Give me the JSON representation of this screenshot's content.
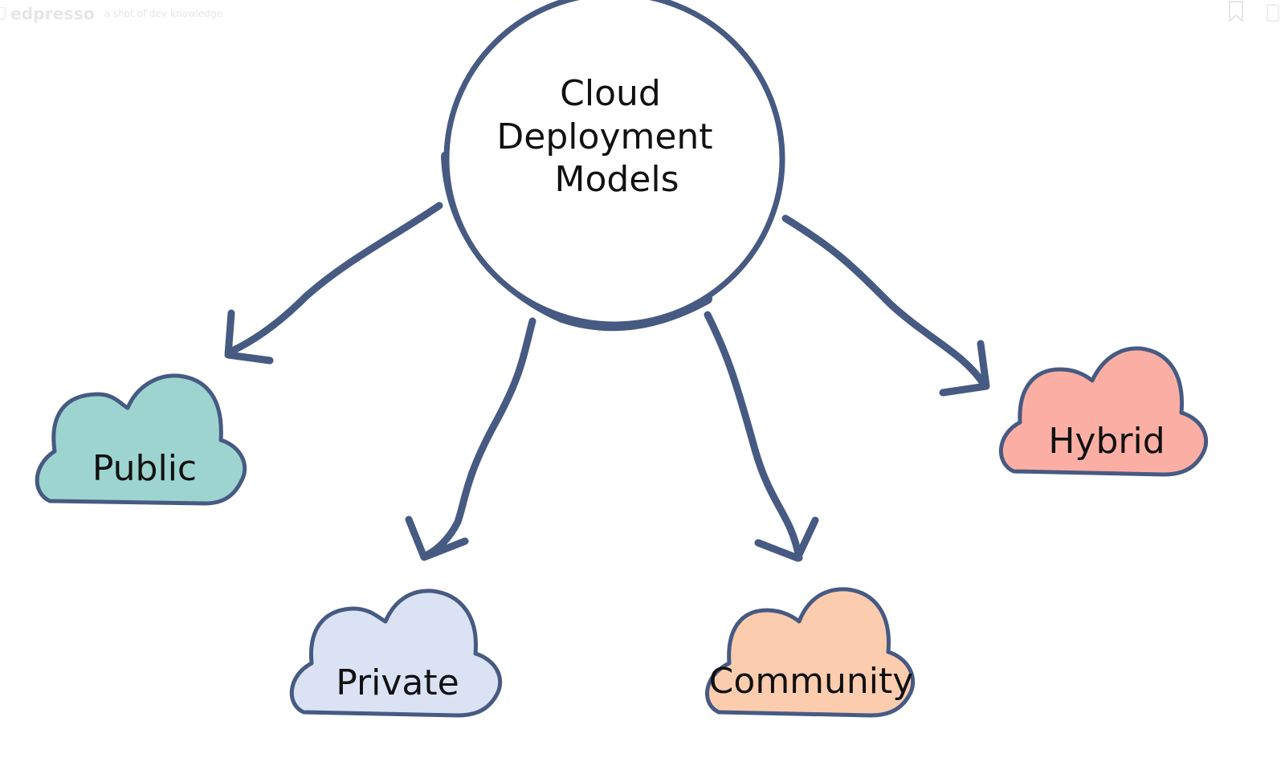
{
  "header": {
    "brand": "edpresso",
    "tagline": "a shot of dev knowledge",
    "brand_mark_icon": "edpresso-logo-icon",
    "bookmark_icon": "bookmark-icon"
  },
  "diagram": {
    "center": {
      "lines": [
        "Cloud",
        "Deployment",
        "Models"
      ],
      "stroke_color": "#465a82",
      "fill_color": "#ffffff"
    },
    "models": [
      {
        "id": "public",
        "label": "Public",
        "fill_color": "#9dd4cf"
      },
      {
        "id": "private",
        "label": "Private",
        "fill_color": "#dae2f4"
      },
      {
        "id": "community",
        "label": "Community",
        "fill_color": "#fcccaf"
      },
      {
        "id": "hybrid",
        "label": "Hybrid",
        "fill_color": "#fbafa4"
      }
    ],
    "connector_color": "#465a82",
    "outline_color": "#465a82",
    "text_color": "#111111"
  }
}
